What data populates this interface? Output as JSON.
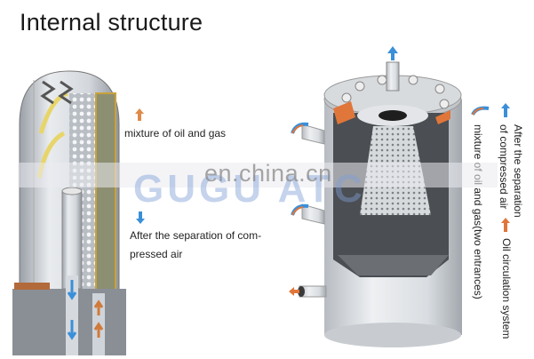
{
  "header": {
    "title": "Internal structure"
  },
  "left_diagram": {
    "name": "cutaway oil separator filter element",
    "legend": [
      {
        "icon": "arrow-up-orange",
        "color": "#e08a4a",
        "label": "mixture of oil and gas"
      },
      {
        "icon": "arrow-down-blue",
        "color": "#3a8fd9",
        "label_line1": "After the separation of com-",
        "label_line2": "pressed air"
      }
    ]
  },
  "right_diagram": {
    "name": "cutaway separator tank",
    "legend": [
      {
        "icon": "curved-arrow-orange-blue",
        "label": "mixture of oil and gas(two entrances)"
      },
      {
        "icon": "arrow-up-blue",
        "color": "#3a8fd9",
        "label": "After the separation of compressed air"
      },
      {
        "icon": "arrow-up-orange",
        "color": "#e0763a",
        "label": "Oil circulation system"
      }
    ]
  },
  "watermark": {
    "site": "en.china.cn",
    "brand": "GUGU ATC"
  },
  "colors": {
    "blue_arrow": "#3a8fd9",
    "orange_arrow": "#e0763a",
    "steel": "#c9cdd2"
  }
}
